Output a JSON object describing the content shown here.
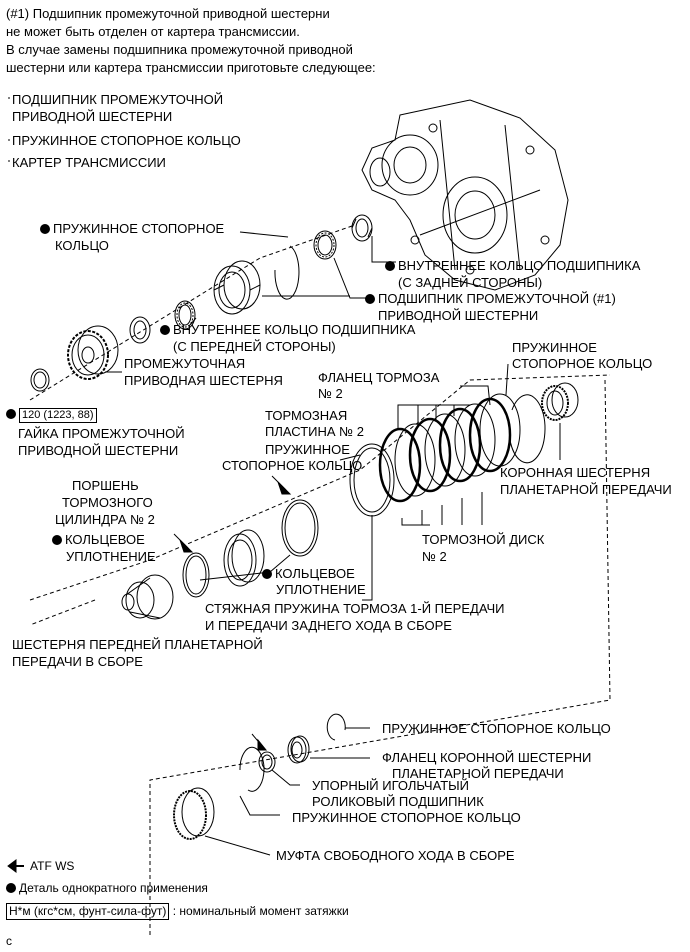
{
  "header": {
    "line1": "(#1) Подшипник промежуточной приводной шестерни",
    "line2": "не может быть отделен от картера трансмиссии.",
    "line3": "В случае замены подшипника промежуточной приводной",
    "line4": "шестерни или картера трансмиссии приготовьте следующее:"
  },
  "prep_list": {
    "item1a": "ПОДШИПНИК ПРОМЕЖУТОЧНОЙ",
    "item1b": "ПРИВОДНОЙ ШЕСТЕРНИ",
    "item2": "ПРУЖИННОЕ СТОПОРНОЕ КОЛЬЦО",
    "item3": "КАРТЕР ТРАНСМИССИИ"
  },
  "labels": {
    "snap_ring_top_a": "ПРУЖИННОЕ СТОПОРНОЕ",
    "snap_ring_top_b": "КОЛЬЦО",
    "inner_race_rear_a": "ВНУТРЕННЕЕ КОЛЬЦО ПОДШИПНИКА",
    "inner_race_rear_b": "(С ЗАДНЕЙ СТОРОНЫ)",
    "idler_bearing_a": "ПОДШИПНИК ПРОМЕЖУТОЧНОЙ (#1)",
    "idler_bearing_b": "ПРИВОДНОЙ ШЕСТЕРНИ",
    "inner_race_front_a": "ВНУТРЕННЕЕ КОЛЬЦО ПОДШИПНИКА",
    "inner_race_front_b": "(С ПЕРЕДНЕЙ СТОРОНЫ)",
    "idler_gear_a": "ПРОМЕЖУТОЧНАЯ",
    "idler_gear_b": "ПРИВОДНАЯ ШЕСТЕРНЯ",
    "torque": "120 (1223, 88)",
    "idler_nut_a": "ГАЙКА ПРОМЕЖУТОЧНОЙ",
    "idler_nut_b": "ПРИВОДНОЙ ШЕСТЕРНИ",
    "snap_ring_right_a": "ПРУЖИННОЕ",
    "snap_ring_right_b": "СТОПОРНОЕ КОЛЬЦО",
    "brake_flange_a": "ФЛАНЕЦ ТОРМОЗА",
    "brake_flange_b": "№ 2",
    "brake_plate_a": "ТОРМОЗНАЯ",
    "brake_plate_b": "ПЛАСТИНА № 2",
    "snap_ring_mid_a": "ПРУЖИННОЕ",
    "snap_ring_mid_b": "СТОПОРНОЕ КОЛЬЦО",
    "ring_gear_a": "КОРОННАЯ ШЕСТЕРНЯ",
    "ring_gear_b": "ПЛАНЕТАРНОЙ ПЕРЕДАЧИ",
    "piston_a": "ПОРШЕНЬ",
    "piston_b": "ТОРМОЗНОГО",
    "piston_c": "ЦИЛИНДРА № 2",
    "brake_disc_a": "ТОРМОЗНОЙ ДИСК",
    "brake_disc_b": "№ 2",
    "oring_left_a": "КОЛЬЦЕВОЕ",
    "oring_left_b": "УПЛОТНЕНИЕ",
    "oring_mid_a": "КОЛЬЦЕВОЕ",
    "oring_mid_b": "УПЛОТНЕНИЕ",
    "return_spring_a": "СТЯЖНАЯ ПРУЖИНА ТОРМОЗА 1-Й ПЕРЕДАЧИ",
    "return_spring_b": "И ПЕРЕДАЧИ ЗАДНЕГО ХОДА В СБОРЕ",
    "front_planet_a": "ШЕСТЕРНЯ ПЕРЕДНЕЙ ПЛАНЕТАРНОЙ",
    "front_planet_b": "ПЕРЕДАЧИ В СБОРЕ",
    "snap_ring_low": "ПРУЖИННОЕ СТОПОРНОЕ КОЛЬЦО",
    "ring_gear_flange_a": "ФЛАНЕЦ КОРОННОЙ ШЕСТЕРНИ",
    "ring_gear_flange_b": "ПЛАНЕТАРНОЙ ПЕРЕДАЧИ",
    "thrust_bearing_a": "УПОРНЫЙ ИГОЛЬЧАТЫЙ",
    "thrust_bearing_b": "РОЛИКОВЫЙ ПОДШИПНИК",
    "snap_ring_low2": "ПРУЖИННОЕ СТОПОРНОЕ КОЛЬЦО",
    "one_way_clutch": "МУФТА СВОБОДНОГО ХОДА В СБОРЕ"
  },
  "legend": {
    "atf": "ATF WS",
    "non_reusable": "Деталь однократного применения",
    "torque_units": "Н*м (кгс*см, фунт-сила-фут)",
    "torque_desc": ": номинальный момент затяжки"
  },
  "footer_code": "c"
}
